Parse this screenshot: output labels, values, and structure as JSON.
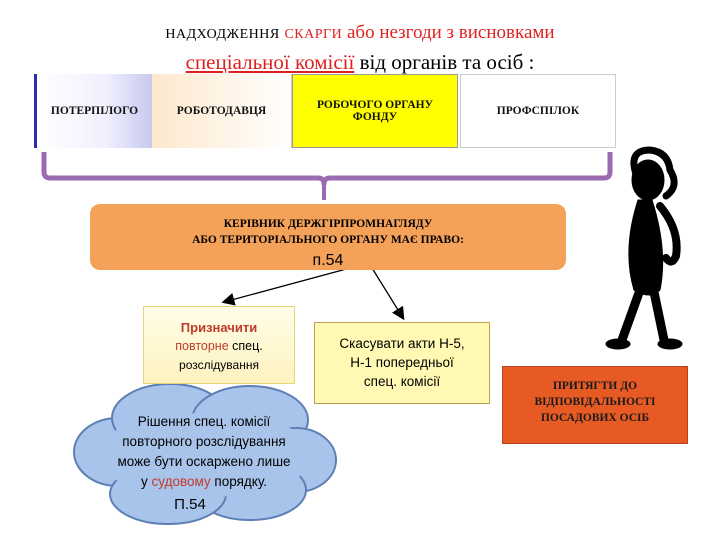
{
  "title": {
    "line1_part1": "НАДХОДЖЕННЯ",
    "line1_part2": "СКАРГИ",
    "line1_part3": "або  незгоди з висновками",
    "line2_part1": "спеціальної комісії",
    "line2_part2": "від органів та осіб :"
  },
  "sources": {
    "victim": "ПОТЕРПІЛОГО",
    "employer": "РОБОТОДАВЦЯ",
    "fund_line1": "РОБОЧОГО ОРГАНУ",
    "fund_line2": "ФОНДУ",
    "unions": "ПРОФСПІЛОК"
  },
  "authority": {
    "line1": "КЕРІВНИК ДЕРЖГІРПРОМНАГЛЯДУ",
    "line2": "АБО ТЕРИТОРІАЛЬНОГО ОРГАНУ МАЄ ПРАВО:",
    "ref": "п.54"
  },
  "options": {
    "reinvestigate_line1": "Призначити",
    "reinvestigate_line2a": "повторне",
    "reinvestigate_line2b": " спец.",
    "reinvestigate_line3": "розслідування",
    "cancel_line1": "Скасувати акти  Н-5,",
    "cancel_line2": "Н-1 попередньої",
    "cancel_line3": "спец. комісії",
    "liability_line1": "ПРИТЯГТИ ДО",
    "liability_line2": "ВІДПОВІДАЛЬНОСТІ",
    "liability_line3": "ПОСАДОВИХ ОСІБ"
  },
  "note": {
    "line1": "Рішення спец. комісії",
    "line2": "повторного  розслідування",
    "line3": "може бути  оскаржено лише",
    "line4a": "у ",
    "line4b": "судовому",
    "line4c": " порядку.",
    "ref": "П.54"
  },
  "colors": {
    "orange_box": "#f4a15a",
    "yellow_box": "#ffff00",
    "red_box": "#e85a24",
    "cloud": "#a9c4ea",
    "accent_red": "#e02020"
  }
}
